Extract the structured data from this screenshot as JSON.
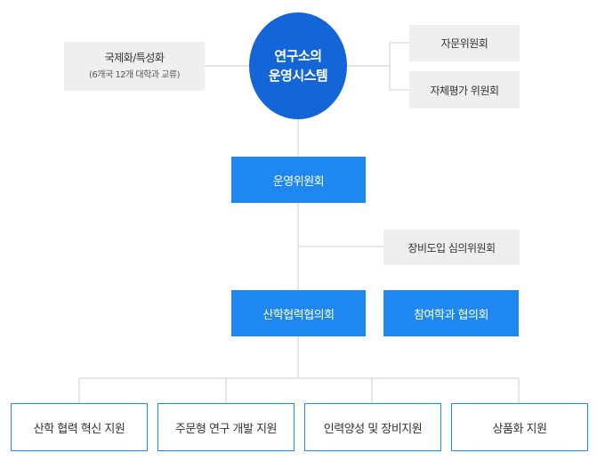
{
  "center": {
    "line1": "연구소의",
    "line2": "운영시스템"
  },
  "left_box": {
    "title": "국제화/특성화",
    "subtitle": "(6개국 12개 대학과 교류)"
  },
  "right_boxes": {
    "advisory": "자문위원회",
    "self_eval": "자체평가 위원회"
  },
  "operating_committee": "운영위원회",
  "equipment_committee": "장비도입 심의위원회",
  "industry_council": "산학협력협의회",
  "participating_council": "참여학과 협의회",
  "supports": [
    "산학 협력 혁신 지원",
    "주문형 연구 개발 지원",
    "인력양성 및 장비지원",
    "상품화 지원"
  ],
  "colors": {
    "circle": "#1466d8",
    "blue_box": "#1e88f0",
    "gray_box": "#efefef",
    "line": "#cccccc"
  }
}
